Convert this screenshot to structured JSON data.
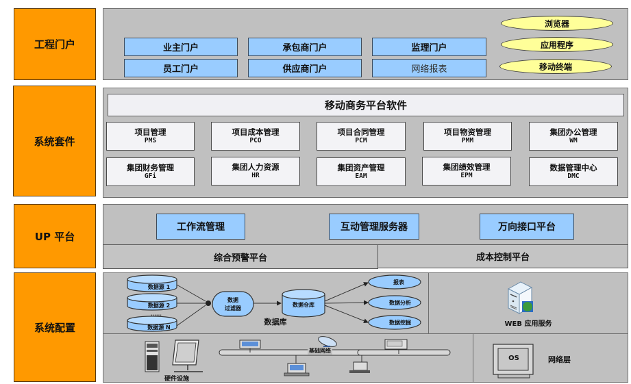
{
  "layers": {
    "portal": {
      "label": "工程门户",
      "portals": [
        {
          "label": "业主门户"
        },
        {
          "label": "承包商门户"
        },
        {
          "label": "监理门户"
        },
        {
          "label": "员工门户"
        },
        {
          "label": "供应商门户"
        },
        {
          "label": "网络报表"
        }
      ],
      "clients": [
        {
          "label": "浏览器"
        },
        {
          "label": "应用程序"
        },
        {
          "label": "移动终端"
        }
      ]
    },
    "suite": {
      "label": "系统套件",
      "header": "移动商务平台软件",
      "modules": [
        {
          "name": "项目管理",
          "code": "PMS"
        },
        {
          "name": "项目成本管理",
          "code": "PCO"
        },
        {
          "name": "项目合同管理",
          "code": "PCM"
        },
        {
          "name": "项目物资管理",
          "code": "PMM"
        },
        {
          "name": "集团办公管理",
          "code": "WM"
        },
        {
          "name": "集团财务管理",
          "code": "GFi"
        },
        {
          "name": "集团人力资源",
          "code": "HR"
        },
        {
          "name": "集团资产管理",
          "code": "EAM"
        },
        {
          "name": "集团绩效管理",
          "code": "EPM"
        },
        {
          "name": "数据管理中心",
          "code": "DMC"
        }
      ]
    },
    "up_platform": {
      "label": "UP 平台",
      "services": [
        {
          "label": "工作流管理"
        },
        {
          "label": "互动管理服务器"
        },
        {
          "label": "万向接口平台"
        }
      ],
      "bars": [
        {
          "label": "综合预警平台"
        },
        {
          "label": "成本控制平台"
        }
      ]
    },
    "config": {
      "label": "系统配置",
      "database": {
        "title": "数据库",
        "sources": [
          "数据源 1",
          "数据源 2",
          "数据源 N"
        ],
        "ellipsis": "......",
        "filter": [
          "数据",
          "过滤器"
        ],
        "warehouse": "数据仓库",
        "outputs": [
          "报表",
          "数据分析",
          "数据挖掘"
        ]
      },
      "web_service": {
        "label": "WEB 应用服务"
      },
      "hardware": {
        "label": "硬件设施"
      },
      "network": {
        "label": "基础网络"
      },
      "network_layer": {
        "label": "网络层",
        "os_label": "OS"
      }
    }
  },
  "colors": {
    "layer_label": "#ff9900",
    "panel": "#c0c0c0",
    "portal_button": "#99ccff",
    "client_oval": "#ffff99",
    "module": "#f3f3f6"
  }
}
